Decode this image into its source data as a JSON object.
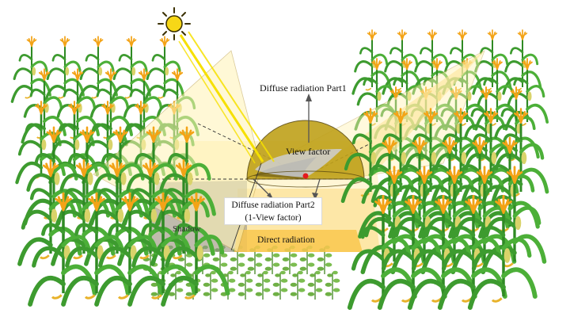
{
  "labels": {
    "diffuse_part1": "Diffuse radiation Part1",
    "view_factor": "View factor",
    "diffuse_part2_line1": "Diffuse radiation Part2",
    "diffuse_part2_line2": "(1-View factor)",
    "shadow": "Shadow",
    "direct": "Direct radiation"
  },
  "icons": {
    "sun": "sun-icon",
    "maize": "maize-plant-icon",
    "soybean": "soybean-plant-icon"
  },
  "colors": {
    "sun": "#f7d717",
    "sun_rays": "#f6e000",
    "sky_cone": "#fff3b5",
    "dome": "#bfa11a",
    "dome_shadow": "#7d6a1c",
    "shadow": "#8d8d8d",
    "direct_band": "#f9c74e",
    "ground": "#fde7a7",
    "maize_leaf": "#3d9b2f",
    "maize_tassel": "#f3a316",
    "soybean": "#6fb045",
    "point": "#e41a1c"
  }
}
